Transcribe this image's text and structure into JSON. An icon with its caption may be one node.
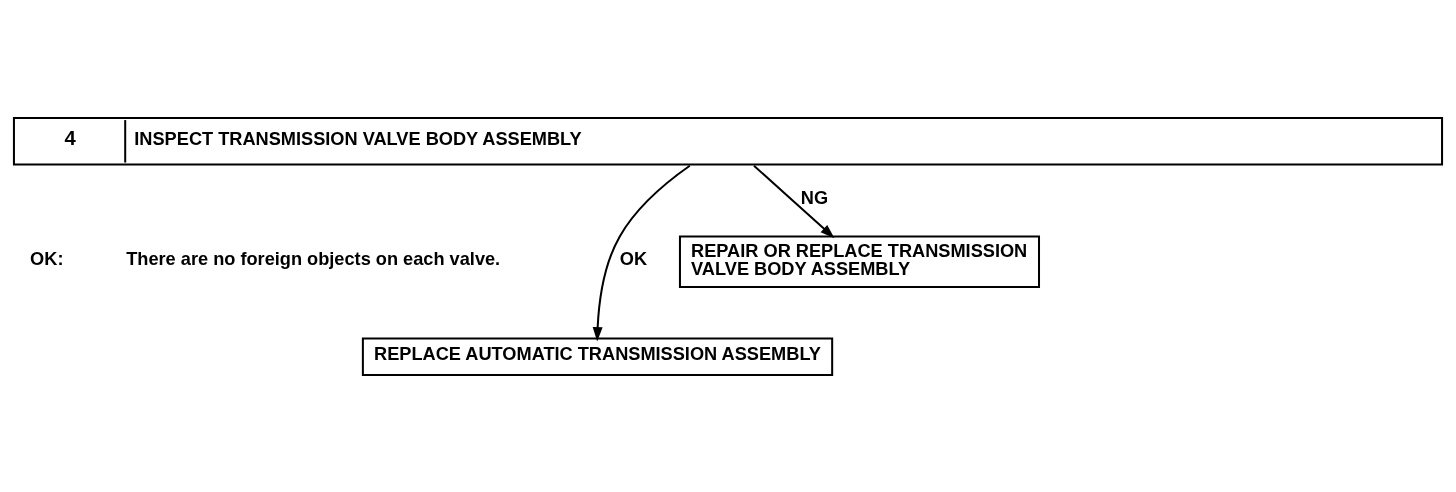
{
  "diagram": {
    "nodes": [
      {
        "text": [
          "4",
          "INSPECT TRANSMISSION VALVE BODY ASSEMBLY"
        ]
      },
      {
        "text": [
          "REPAIR OR REPLACE TRANSMISSION VALVE BODY ASSEMBLY"
        ]
      },
      {
        "text": [
          "REPLACE AUTOMATIC TRANSMISSION ASSEMBLY"
        ]
      }
    ],
    "edges": [
      {
        "from": 0,
        "to": 1,
        "arrow": "to",
        "label": "NG"
      },
      {
        "from": 0,
        "to": 2,
        "arrow": "to",
        "label": "OK"
      }
    ],
    "labels": [
      "OK:",
      "There are no foreign objects on each valve."
    ]
  }
}
